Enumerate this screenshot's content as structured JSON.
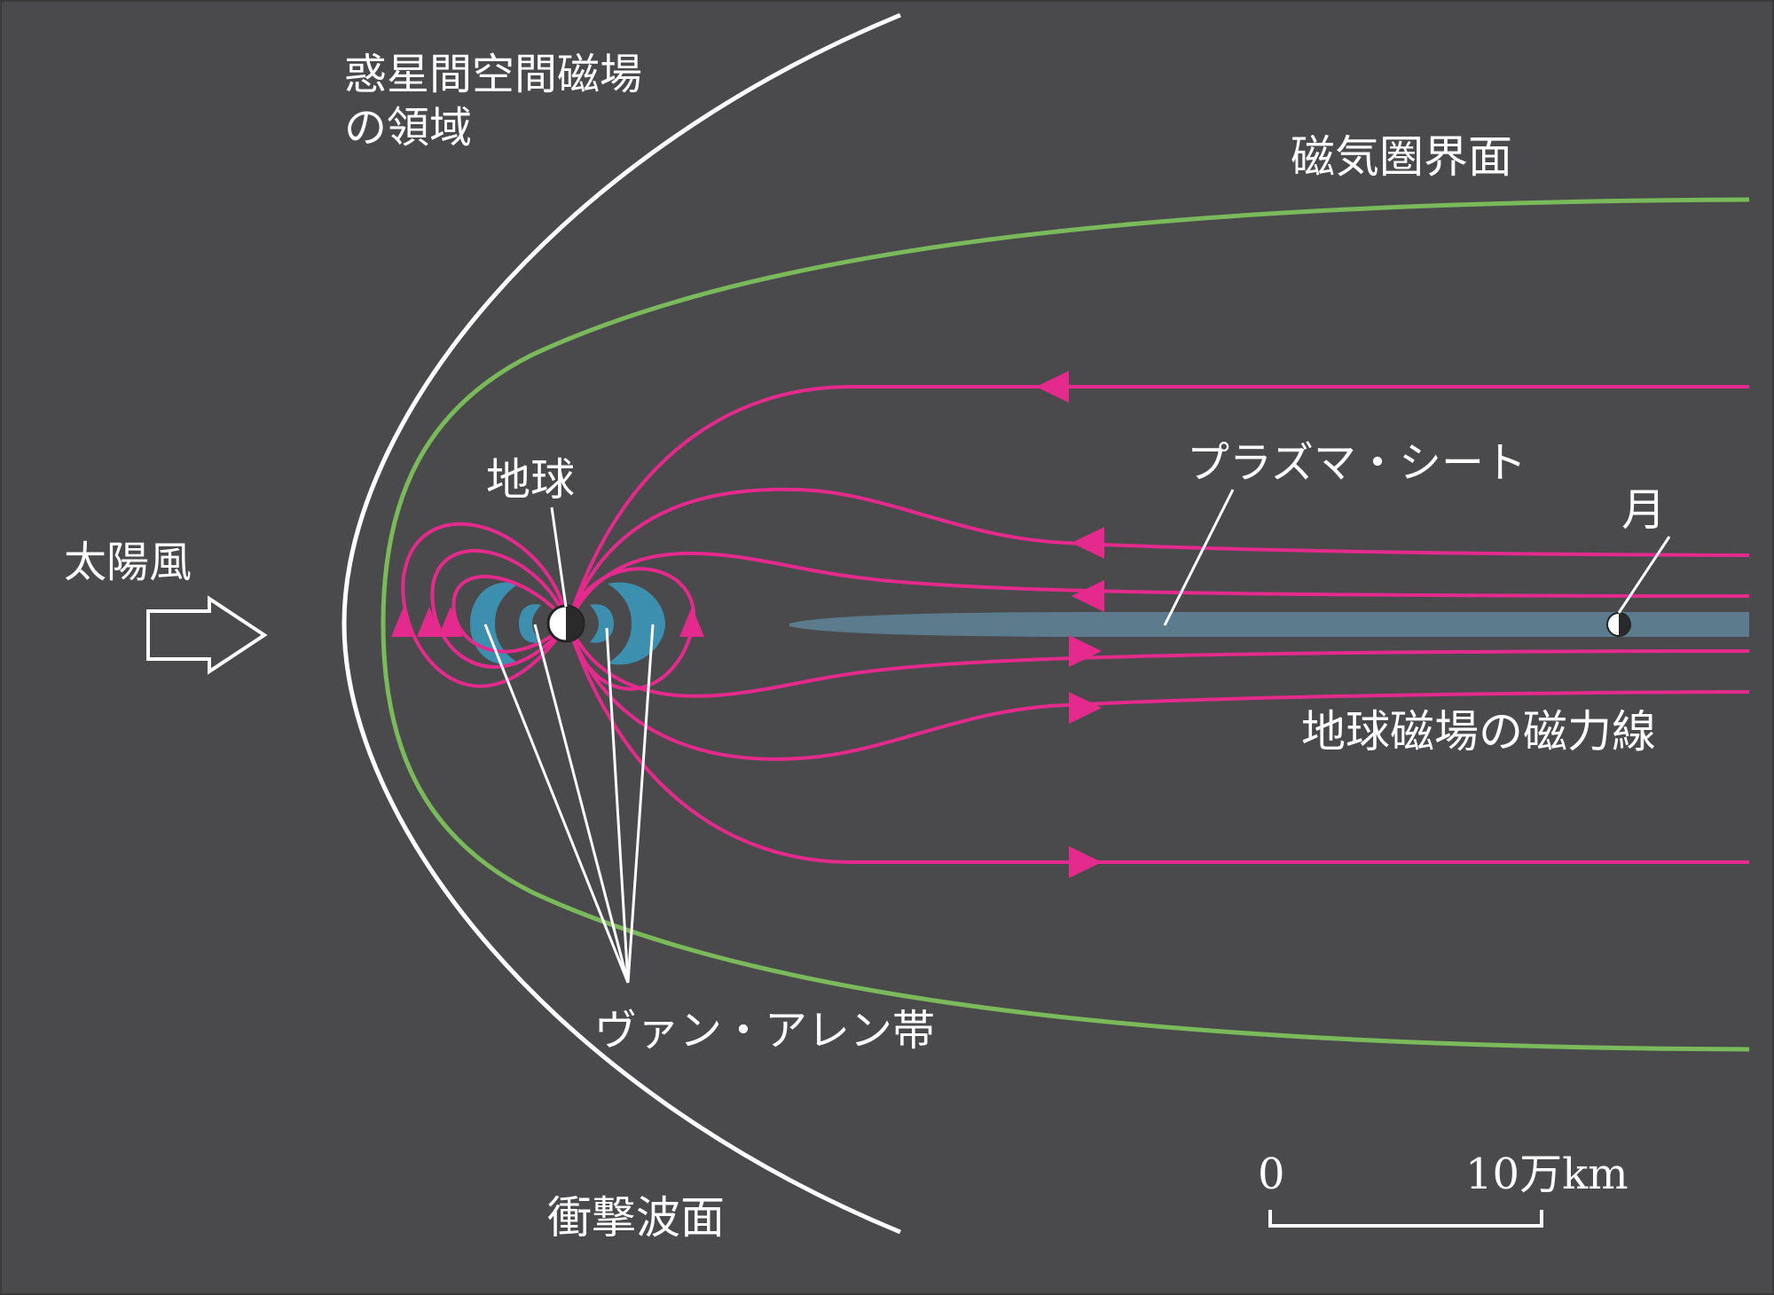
{
  "labels": {
    "imf_region_line1": "惑星間空間磁場",
    "imf_region_line2": "の領域",
    "magnetopause": "磁気圏界面",
    "plasma_sheet": "プラズマ・シート",
    "moon": "月",
    "earth": "地球",
    "solar_wind": "太陽風",
    "field_lines": "地球磁場の磁力線",
    "van_allen": "ヴァン・アレン帯",
    "bow_shock": "衝撃波面"
  },
  "scale_bar": {
    "start_label": "0",
    "end_label": "10万km"
  },
  "colors": {
    "background": "#4a4a4c",
    "bow_shock": "#ffffff",
    "magnetopause": "#7aba5a",
    "field_lines": "#e42a8c",
    "van_allen": "#3d8fb0",
    "plasma_sheet": "#5c7c8e"
  }
}
